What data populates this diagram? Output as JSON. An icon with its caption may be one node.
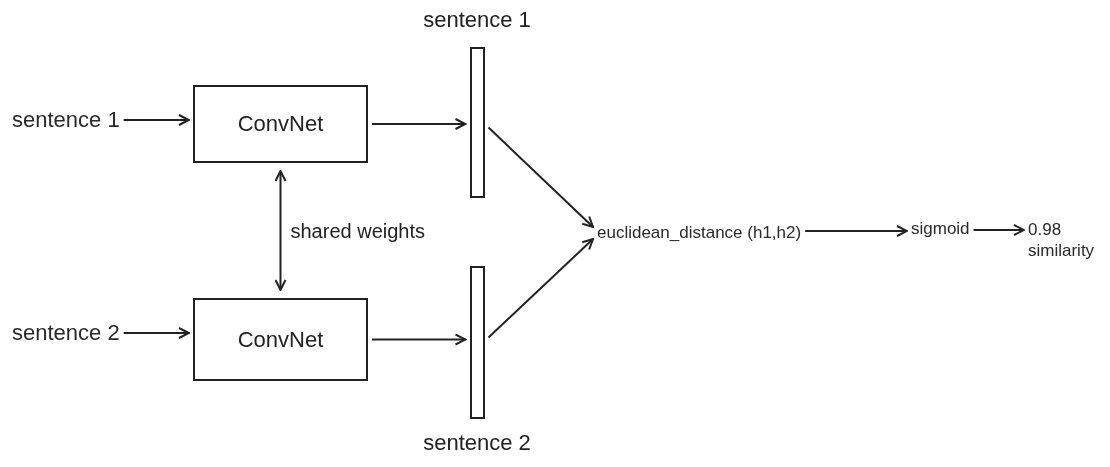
{
  "diagram": {
    "nodes": [
      {
        "text": [
          "sentence 1"
        ]
      },
      {
        "text": [
          "ConvNet"
        ]
      },
      {
        "text": [
          "sentence 1"
        ]
      },
      {
        "text": [
          "sentence 2"
        ]
      },
      {
        "text": [
          "ConvNet"
        ]
      },
      {
        "text": [
          "sentence 2"
        ]
      },
      {
        "text": [
          "euclidean_distance (h1,h2)"
        ]
      },
      {
        "text": [
          "sigmoid"
        ]
      },
      {
        "text": [
          "0.98 similarity"
        ]
      }
    ],
    "edges": [
      {
        "from": 0,
        "to": 1,
        "arrow": "to"
      },
      {
        "from": 1,
        "to": 2,
        "arrow": "to"
      },
      {
        "from": 3,
        "to": 4,
        "arrow": "to"
      },
      {
        "from": 4,
        "to": 5,
        "arrow": "to"
      },
      {
        "from": 1,
        "to": 4,
        "arrow": "both",
        "label": "shared weights"
      },
      {
        "from": 2,
        "to": 6,
        "arrow": "to"
      },
      {
        "from": 5,
        "to": 6,
        "arrow": "to"
      },
      {
        "from": 6,
        "to": 7,
        "arrow": "to"
      },
      {
        "from": 7,
        "to": 8,
        "arrow": "to"
      }
    ]
  }
}
